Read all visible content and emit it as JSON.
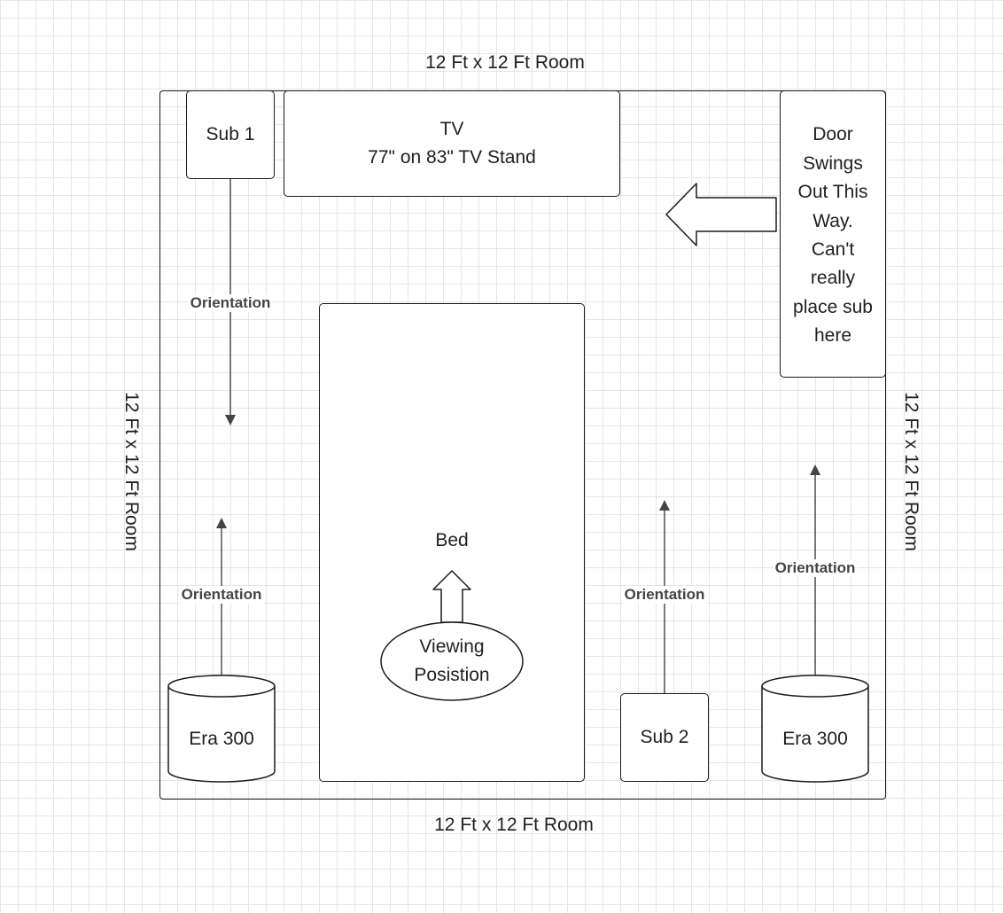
{
  "room": {
    "label_top": "12 Ft x 12 Ft Room",
    "label_bottom": "12 Ft x 12 Ft Room",
    "label_left": "12 Ft x 12 Ft Room",
    "label_right": "12 Ft x 12 Ft Room"
  },
  "tv": {
    "line1": "TV",
    "line2": "77\" on 83\" TV Stand"
  },
  "sub1": {
    "label": "Sub 1"
  },
  "sub2": {
    "label": "Sub 2"
  },
  "door": {
    "text": "Door\nSwings\nOut This\nWay.\nCan't\nreally\nplace sub\nhere"
  },
  "bed": {
    "label": "Bed"
  },
  "viewing": {
    "line1": "Viewing",
    "line2": "Posistion"
  },
  "speakers": {
    "left": "Era 300",
    "right": "Era 300"
  },
  "orientation": {
    "sub1": "Orientation",
    "era_left": "Orientation",
    "sub2": "Orientation",
    "era_right": "Orientation"
  }
}
